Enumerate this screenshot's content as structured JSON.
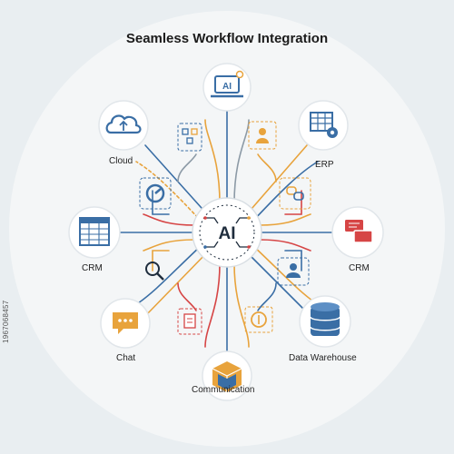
{
  "title": "Seamless Workflow Integration",
  "hub": {
    "label": "AI"
  },
  "nodes": [
    {
      "id": "top-ai",
      "label": "",
      "badge": "AI",
      "icon": "laptop-ai-icon"
    },
    {
      "id": "cloud",
      "label": "Cloud",
      "icon": "cloud-upload-icon"
    },
    {
      "id": "erp",
      "label": "ERP",
      "icon": "grid-gear-icon"
    },
    {
      "id": "crm-left",
      "label": "CRM",
      "icon": "spreadsheet-icon"
    },
    {
      "id": "crm-right",
      "label": "CRM",
      "icon": "chat-cards-icon"
    },
    {
      "id": "chat",
      "label": "Chat",
      "icon": "chat-bubble-icon"
    },
    {
      "id": "data-warehouse",
      "label": "Data Warehouse",
      "icon": "database-icon"
    },
    {
      "id": "communication",
      "label": "Communication",
      "icon": "cube-icon"
    }
  ],
  "side_code": "1967068457",
  "colors": {
    "background": "#e9eef1",
    "disc": "#f4f6f7",
    "blue": "#3a6ea5",
    "orange": "#e8a33c",
    "red": "#d64545",
    "gray": "#8c9aa6",
    "dark": "#1f2d3d"
  }
}
